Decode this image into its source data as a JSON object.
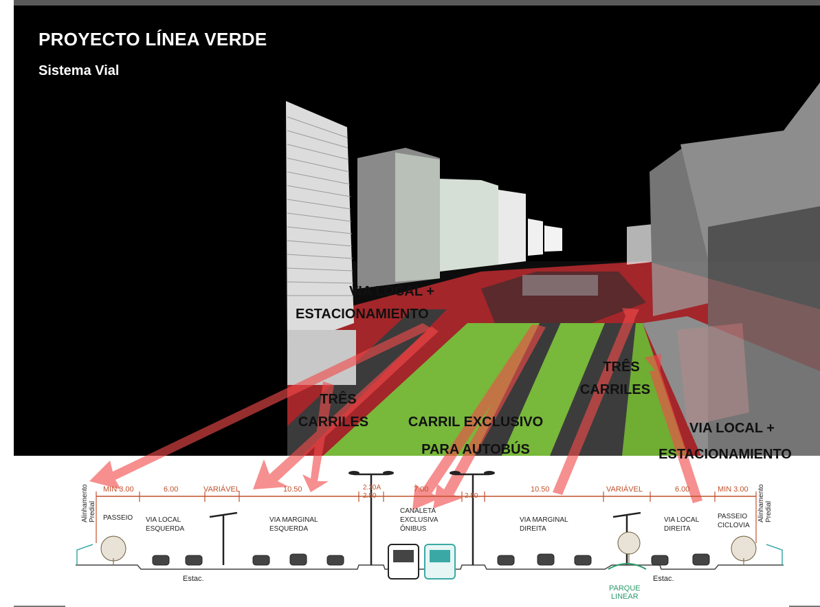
{
  "header": {
    "title": "PROYECTO LÍNEA VERDE",
    "subtitle": "Sistema Vial"
  },
  "callouts": {
    "via_local_left_1": "VIA LOCAL +",
    "via_local_left_2": "ESTACIONAMIENTO",
    "tres_left_1": "TRÊS",
    "tres_left_2": "CARRILES",
    "carril_1": "CARRIL EXCLUSIVO",
    "carril_2": "PARA AUTOBÚS",
    "tres_right_1": "TRÊS",
    "tres_right_2": "CARRILES",
    "via_local_right_1": "VIA LOCAL +",
    "via_local_right_2": "ESTACIONAMIENTO"
  },
  "section": {
    "dimensions": [
      "MIN 3.00",
      "6.00",
      "VARIÁVEL",
      "10.50",
      "2.30A",
      "2.50",
      "7.00",
      "2.50",
      "10.50",
      "VARIÁVEL",
      "6.00",
      "MIN 3.00"
    ],
    "zones": {
      "passeio": "PASSEIO",
      "via_local_esq_1": "VIA LOCAL",
      "via_local_esq_2": "ESQUERDA",
      "via_marginal_esq_1": "VIA MARGINAL",
      "via_marginal_esq_2": "ESQUERDA",
      "canaleta_1": "CANALETA",
      "canaleta_2": "EXCLUSIVA",
      "canaleta_3": "ÔNIBUS",
      "via_marginal_dir_1": "VIA MARGINAL",
      "via_marginal_dir_2": "DIREITA",
      "via_local_dir_1": "VIA LOCAL",
      "via_local_dir_2": "DIREITA",
      "passeio_ciclo_1": "PASSEIO",
      "passeio_ciclo_2": "CICLOVIA"
    },
    "alinhamento_1": "Alinhamento",
    "alinhamento_2": "Predial",
    "estac": "Estac.",
    "parque_1": "PARQUE",
    "parque_2": "LINEAR"
  },
  "colors": {
    "arrow": "#e53030",
    "grass": "#7cbf3a",
    "road": "#3a3a3a",
    "red_pavement": "#b3262b",
    "dimension": "#c0502a",
    "bus_teal": "#3aa9a5"
  }
}
